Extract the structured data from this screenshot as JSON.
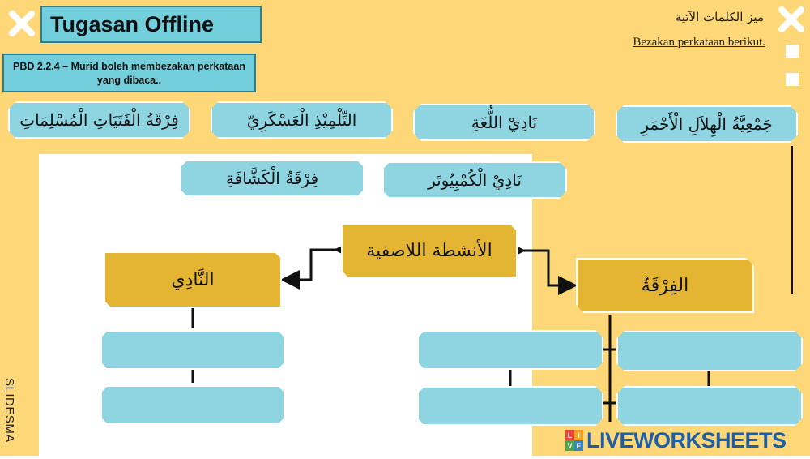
{
  "header": {
    "title": "Tugasan Offline",
    "standard": "PBD 2.2.4 – Murid boleh membezakan perkataan yang dibaca.."
  },
  "instructions": {
    "arabic": "ميز الكلمات الآتية",
    "malay": "Bezakan perkataan berikut."
  },
  "word_cards": [
    "فِرْقَةُ الْفَتَيَاتِ الْمُسْلِمَاتِ",
    "التِّلْمِيْذِ الْعَسْكَرِيّ",
    "نَادِيْ اللُّغَةِ",
    "جَمْعِيَّةُ الْهِلاَلِ الْأَحْمَرِ",
    "فِرْقَةُ الْكَشَّافَةِ",
    "نَادِيْ الْكُمْبِيُوتَر"
  ],
  "diagram": {
    "root": "الأنشطة اللاصفية",
    "left": "النَّادِي",
    "right": "الفِرْقَةُ"
  },
  "side_label": "SLIDESMA",
  "logo": {
    "badge": [
      "L",
      "I",
      "V",
      "E"
    ],
    "text": "LIVEWORKSHEETS"
  },
  "colors": {
    "background": "#fdd778",
    "card": "#8fd4e1",
    "category": "#e4b533",
    "logo": "#1c5fa8"
  }
}
